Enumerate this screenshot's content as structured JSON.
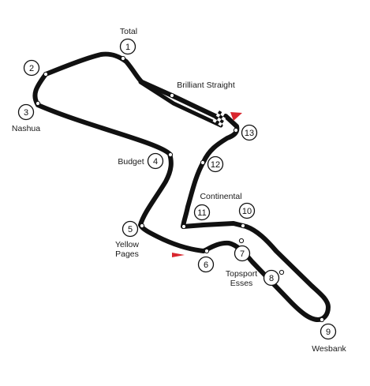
{
  "corners": [
    {
      "number": "1",
      "name": "Total"
    },
    {
      "number": "2",
      "name": ""
    },
    {
      "number": "3",
      "name": "Nashua"
    },
    {
      "number": "4",
      "name": "Budget"
    },
    {
      "number": "5",
      "name": "Yellow Pages"
    },
    {
      "number": "6",
      "name": ""
    },
    {
      "number": "7",
      "name": "Topsport Esses"
    },
    {
      "number": "8",
      "name": ""
    },
    {
      "number": "9",
      "name": "Wesbank"
    },
    {
      "number": "10",
      "name": ""
    },
    {
      "number": "11",
      "name": "Continental"
    },
    {
      "number": "12",
      "name": ""
    },
    {
      "number": "13",
      "name": ""
    }
  ],
  "labels": {
    "total": "Total",
    "nashua": "Nashua",
    "brilliant_straight": "Brilliant Straight",
    "budget": "Budget",
    "continental": "Continental",
    "yellow_line1": "Yellow",
    "yellow_line2": "Pages",
    "topsport_line1": "Topsport",
    "topsport_line2": "Esses",
    "wesbank": "Wesbank"
  },
  "colors": {
    "track": "#111111",
    "flag": "#d8262e",
    "background": "#ffffff"
  },
  "icons": {
    "start_finish": "checkered-flag-icon",
    "direction": "direction-flag-icon"
  }
}
